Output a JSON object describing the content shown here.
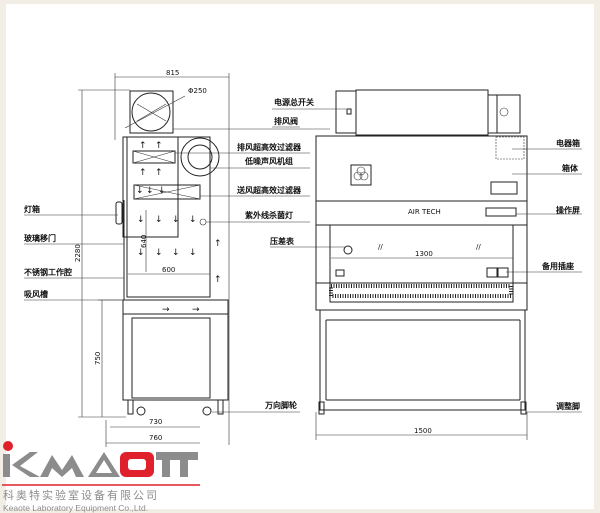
{
  "dimensions": {
    "side_depth_top": "815",
    "fan_diameter": "Φ250",
    "total_height": "2280",
    "chamber_height": "640",
    "chamber_depth": "600",
    "stand_height": "750",
    "stand_inner_depth": "730",
    "stand_outer_depth": "760",
    "work_width": "1300",
    "total_width": "1500"
  },
  "labels": {
    "light_box": "灯箱",
    "glass_door": "玻璃移门",
    "stainless_chamber": "不锈钢工作腔",
    "suction_slot": "吸风槽",
    "power_switch": "电源总开关",
    "exhaust_valve": "排风阀",
    "exhaust_hepa": "排风超高效过滤器",
    "fan_unit": "低噪声风机组",
    "supply_hepa": "送风超高效过滤器",
    "uv_lamp": "紫外线杀菌灯",
    "pressure_gauge": "压差表",
    "casters": "万向脚轮",
    "electric_box": "电器箱",
    "cabinet_body": "箱体",
    "control_panel": "操作屏",
    "spare_socket": "备用插座",
    "leveling_feet": "调整脚",
    "brand_band": "AIR TECH"
  },
  "company": {
    "logo_text": "KEAOT",
    "name_cn": "科奥特实验室设备有限公司",
    "name_en": "Keaote Laboratory  Equipment Co.,Ltd."
  },
  "colors": {
    "logo_red": "#e0202a",
    "logo_gray": "#8c8c8c"
  }
}
